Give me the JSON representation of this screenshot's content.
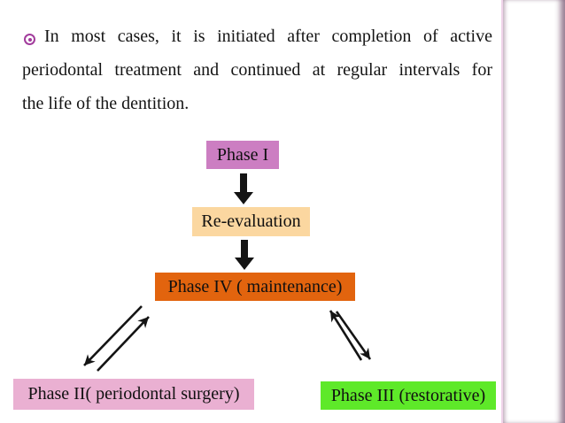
{
  "paragraph": {
    "lines": [
      "In most cases, it is initiated after completion of active",
      "periodontal treatment and continued at regular intervals for",
      "the life of the dentition."
    ]
  },
  "flowchart": {
    "nodes": [
      {
        "id": "phase-1",
        "label": "Phase I",
        "bg": "#cc7ec2"
      },
      {
        "id": "re-evaluation",
        "label": "Re-evaluation",
        "bg": "#fbd7a0"
      },
      {
        "id": "phase-4",
        "label": "Phase IV ( maintenance)",
        "bg": "#e2640e"
      },
      {
        "id": "phase-2",
        "label": "Phase II( periodontal surgery)",
        "bg": "#eab0d2"
      },
      {
        "id": "phase-3",
        "label": "Phase III (restorative)",
        "bg": "#5ee929"
      }
    ],
    "connections": [
      {
        "from": "phase-1",
        "to": "re-evaluation",
        "style": "thick-down-arrow"
      },
      {
        "from": "re-evaluation",
        "to": "phase-4",
        "style": "thick-down-arrow"
      },
      {
        "from": "phase-4",
        "to": "phase-2",
        "style": "double-diagonal-arrows"
      },
      {
        "from": "phase-4",
        "to": "phase-3",
        "style": "double-diagonal-arrows"
      }
    ]
  },
  "colors": {
    "bullet": "#a23c9c",
    "body_text": "#141414",
    "arrow": "#141414",
    "strip_top": "#541846",
    "strip_bottom": "#ad4ea6",
    "strip_edge_line": "#f0d4ea"
  }
}
